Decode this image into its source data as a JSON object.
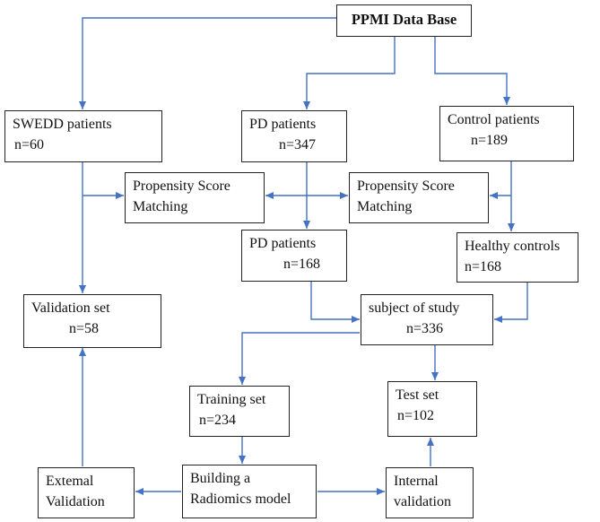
{
  "edge_color": "#4472c4",
  "nodes": {
    "ppmi": {
      "text": "PPMI Data Base"
    },
    "swedd": {
      "line1": "SWEDD patients",
      "line2": "n=60"
    },
    "pd1": {
      "line1": "PD patients",
      "line2": "n=347"
    },
    "control": {
      "line1": "Control patients",
      "line2": "n=189"
    },
    "psm1": {
      "line1": "Propensity Score",
      "line2": "Matching"
    },
    "psm2": {
      "line1": "Propensity Score",
      "line2": "Matching"
    },
    "pd2": {
      "line1": "PD patients",
      "line2": "n=168"
    },
    "healthy": {
      "line1": "Healthy controls",
      "line2": "n=168"
    },
    "validation": {
      "line1": "Validation set",
      "line2": "n=58"
    },
    "subject": {
      "line1": "subject of study",
      "line2": "n=336"
    },
    "training": {
      "line1": "Training set",
      "line2": "n=234"
    },
    "test": {
      "line1": "Test set",
      "line2": "n=102"
    },
    "external": {
      "line1": "Extemal",
      "line2": "Validation"
    },
    "building": {
      "line1": "Building a",
      "line2": "Radiomics model"
    },
    "internal": {
      "line1": "Internal",
      "line2": "validation"
    }
  }
}
